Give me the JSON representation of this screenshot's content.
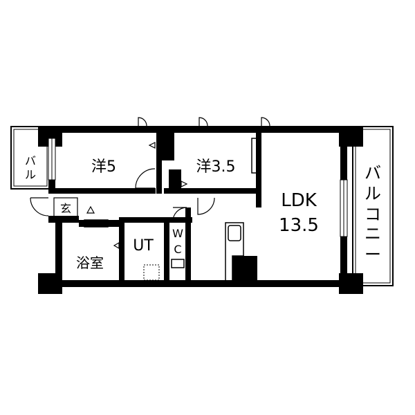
{
  "rooms": {
    "western_left": "洋5",
    "western_right": "洋3.5",
    "ldk_name": "LDK",
    "ldk_size": "13.5",
    "bath": "浴室",
    "utility": "UT",
    "toilet_w": "W",
    "toilet_c": "C",
    "entrance": "玄"
  },
  "balconies": {
    "left_1": "バ",
    "left_2": "ル",
    "right": [
      "バ",
      "ル",
      "コ",
      "ニ",
      "ー"
    ]
  }
}
